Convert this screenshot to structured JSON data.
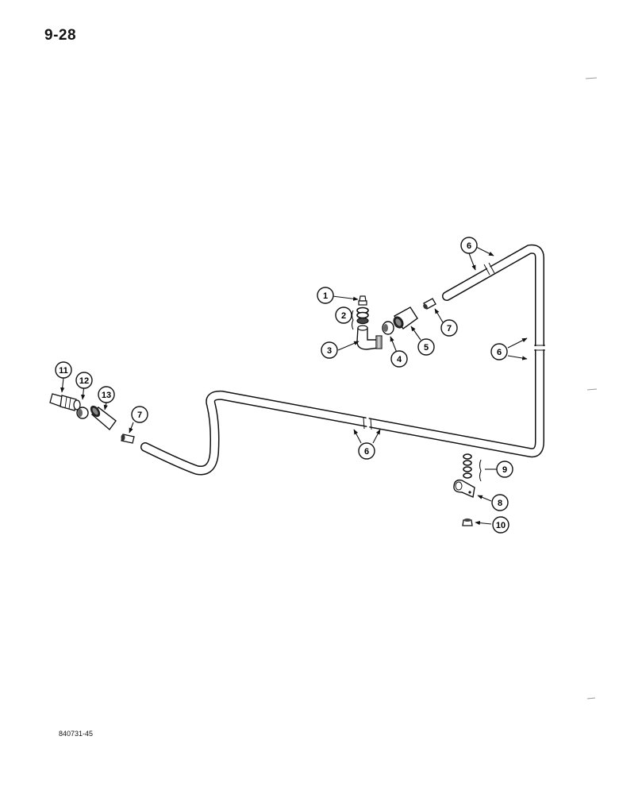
{
  "page": {
    "number": "9-28",
    "figure_code": "840731-45"
  },
  "callouts": {
    "c1": "1",
    "c2": "2",
    "c3": "3",
    "c4": "4",
    "c5": "5",
    "c6a": "6",
    "c6b": "6",
    "c6c": "6",
    "c7a": "7",
    "c7b": "7",
    "c8": "8",
    "c9": "9",
    "c10": "10",
    "c11": "11",
    "c12": "12",
    "c13": "13"
  }
}
